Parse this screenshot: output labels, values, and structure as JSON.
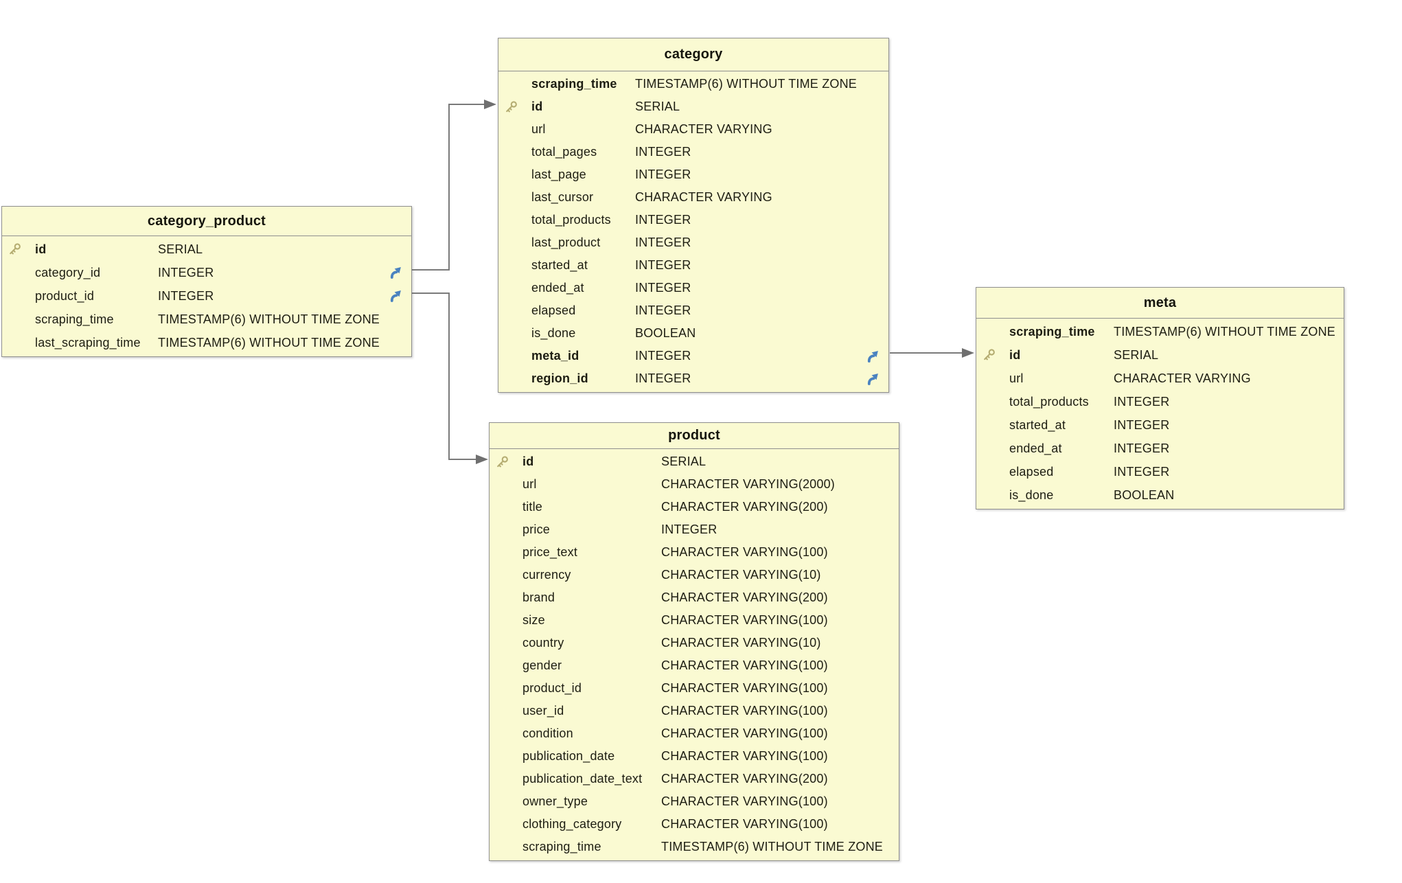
{
  "diagram": {
    "tables": [
      {
        "id": "category_product",
        "title": "category_product",
        "fields": [
          {
            "name": "id",
            "type": "SERIAL",
            "key": true,
            "bold": true
          },
          {
            "name": "category_id",
            "type": "INTEGER",
            "fk": true
          },
          {
            "name": "product_id",
            "type": "INTEGER",
            "fk": true
          },
          {
            "name": "scraping_time",
            "type": "TIMESTAMP(6) WITHOUT TIME ZONE"
          },
          {
            "name": "last_scraping_time",
            "type": "TIMESTAMP(6) WITHOUT TIME ZONE"
          }
        ]
      },
      {
        "id": "category",
        "title": "category",
        "fields": [
          {
            "name": "scraping_time",
            "type": "TIMESTAMP(6) WITHOUT TIME ZONE",
            "bold": true
          },
          {
            "name": "id",
            "type": "SERIAL",
            "key": true,
            "bold": true
          },
          {
            "name": "url",
            "type": "CHARACTER VARYING"
          },
          {
            "name": "total_pages",
            "type": "INTEGER"
          },
          {
            "name": "last_page",
            "type": "INTEGER"
          },
          {
            "name": "last_cursor",
            "type": "CHARACTER VARYING"
          },
          {
            "name": "total_products",
            "type": "INTEGER"
          },
          {
            "name": "last_product",
            "type": "INTEGER"
          },
          {
            "name": "started_at",
            "type": "INTEGER"
          },
          {
            "name": "ended_at",
            "type": "INTEGER"
          },
          {
            "name": "elapsed",
            "type": "INTEGER"
          },
          {
            "name": "is_done",
            "type": "BOOLEAN"
          },
          {
            "name": "meta_id",
            "type": "INTEGER",
            "fk": true,
            "bold": true
          },
          {
            "name": "region_id",
            "type": "INTEGER",
            "fk": true,
            "bold": true
          }
        ]
      },
      {
        "id": "product",
        "title": "product",
        "fields": [
          {
            "name": "id",
            "type": "SERIAL",
            "key": true,
            "bold": true
          },
          {
            "name": "url",
            "type": "CHARACTER VARYING(2000)"
          },
          {
            "name": "title",
            "type": "CHARACTER VARYING(200)"
          },
          {
            "name": "price",
            "type": "INTEGER"
          },
          {
            "name": "price_text",
            "type": "CHARACTER VARYING(100)"
          },
          {
            "name": "currency",
            "type": "CHARACTER VARYING(10)"
          },
          {
            "name": "brand",
            "type": "CHARACTER VARYING(200)"
          },
          {
            "name": "size",
            "type": "CHARACTER VARYING(100)"
          },
          {
            "name": "country",
            "type": "CHARACTER VARYING(10)"
          },
          {
            "name": "gender",
            "type": "CHARACTER VARYING(100)"
          },
          {
            "name": "product_id",
            "type": "CHARACTER VARYING(100)"
          },
          {
            "name": "user_id",
            "type": "CHARACTER VARYING(100)"
          },
          {
            "name": "condition",
            "type": "CHARACTER VARYING(100)"
          },
          {
            "name": "publication_date",
            "type": "CHARACTER VARYING(100)"
          },
          {
            "name": "publication_date_text",
            "type": "CHARACTER VARYING(200)"
          },
          {
            "name": "owner_type",
            "type": "CHARACTER VARYING(100)"
          },
          {
            "name": "clothing_category",
            "type": "CHARACTER VARYING(100)"
          },
          {
            "name": "scraping_time",
            "type": "TIMESTAMP(6) WITHOUT TIME ZONE"
          }
        ]
      },
      {
        "id": "meta",
        "title": "meta",
        "fields": [
          {
            "name": "scraping_time",
            "type": "TIMESTAMP(6) WITHOUT TIME ZONE",
            "bold": true
          },
          {
            "name": "id",
            "type": "SERIAL",
            "key": true,
            "bold": true
          },
          {
            "name": "url",
            "type": "CHARACTER VARYING"
          },
          {
            "name": "total_products",
            "type": "INTEGER"
          },
          {
            "name": "started_at",
            "type": "INTEGER"
          },
          {
            "name": "ended_at",
            "type": "INTEGER"
          },
          {
            "name": "elapsed",
            "type": "INTEGER"
          },
          {
            "name": "is_done",
            "type": "BOOLEAN"
          }
        ]
      }
    ],
    "relations": [
      {
        "from": "category_product.category_id",
        "to": "category.id"
      },
      {
        "from": "category_product.product_id",
        "to": "product.id"
      },
      {
        "from": "category.meta_id",
        "to": "meta.id"
      }
    ],
    "icons": {
      "primary_key": "key-icon",
      "foreign_key": "ne-arrow-icon"
    },
    "colors": {
      "table_fill": "#FAFAD2",
      "table_border": "#8F8F8F",
      "text": "#1D1D12",
      "connector_gray": "#7A7A7A",
      "fk_arrow_blue": "#4A82C0",
      "key_icon_tan": "#B5AD72",
      "background": "#FFFFFF"
    }
  }
}
